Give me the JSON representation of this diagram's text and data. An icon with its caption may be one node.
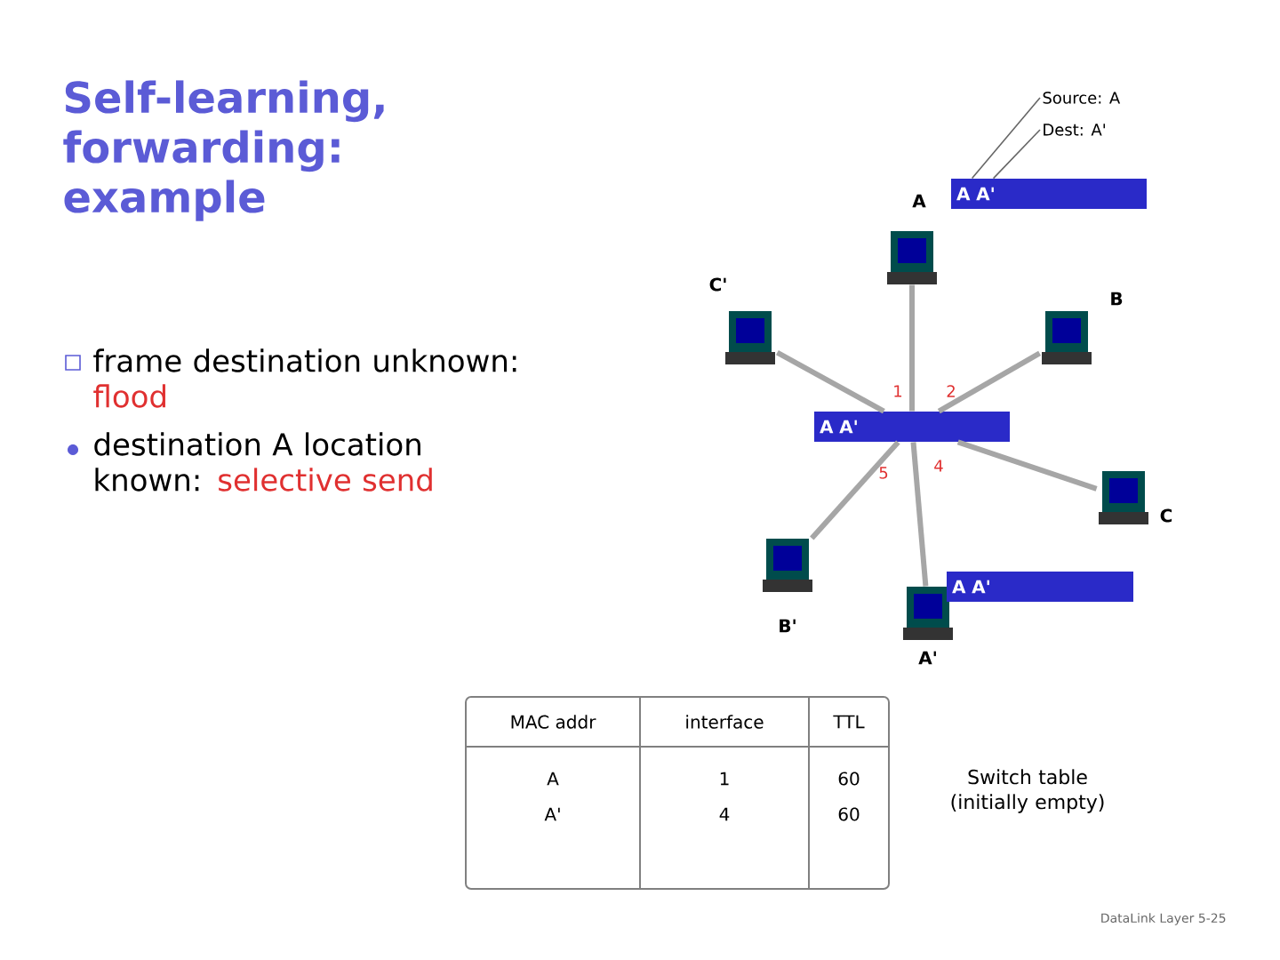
{
  "diagram": {
    "title": "Self-learning, forwarding: example",
    "nodes": [
      {
        "text": [
          "Source: A"
        ]
      },
      {
        "text": [
          "Dest: A'"
        ]
      },
      {
        "text": [
          "A A'"
        ]
      },
      {
        "text": [],
        "shape": "computer",
        "beside": [
          "A"
        ]
      },
      {
        "text": [],
        "shape": "computer",
        "beside": [
          "C'"
        ]
      },
      {
        "text": [],
        "shape": "computer",
        "beside": [
          "B"
        ]
      },
      {
        "text": [
          "A A'"
        ]
      },
      {
        "text": [],
        "shape": "computer",
        "beside": [
          "C"
        ]
      },
      {
        "text": [],
        "shape": "computer",
        "beside": [
          "B'"
        ]
      },
      {
        "text": [],
        "shape": "computer",
        "beside": [
          "A'"
        ]
      },
      {
        "text": [
          "A A'"
        ]
      }
    ],
    "edges": [
      {
        "from": 0,
        "to": 2,
        "arrow": "none"
      },
      {
        "from": 1,
        "to": 2,
        "arrow": "none"
      },
      {
        "from": 6,
        "to": 3,
        "arrow": "none"
      },
      {
        "from": 6,
        "to": 4,
        "arrow": "none"
      },
      {
        "from": 6,
        "to": 5,
        "arrow": "none"
      },
      {
        "from": 6,
        "to": 7,
        "arrow": "none"
      },
      {
        "from": 6,
        "to": 8,
        "arrow": "none"
      },
      {
        "from": 6,
        "to": 9,
        "arrow": "none"
      }
    ],
    "labels": [
      "frame destination unknown:",
      "flood",
      "destination A location known:",
      "selective send",
      "1",
      "2",
      "5",
      "4",
      "MAC addr",
      "interface",
      "TTL",
      "A",
      "1",
      "60",
      "A'",
      "4",
      "60",
      "Switch table (initially empty)",
      "DataLink Layer 5-25"
    ]
  }
}
